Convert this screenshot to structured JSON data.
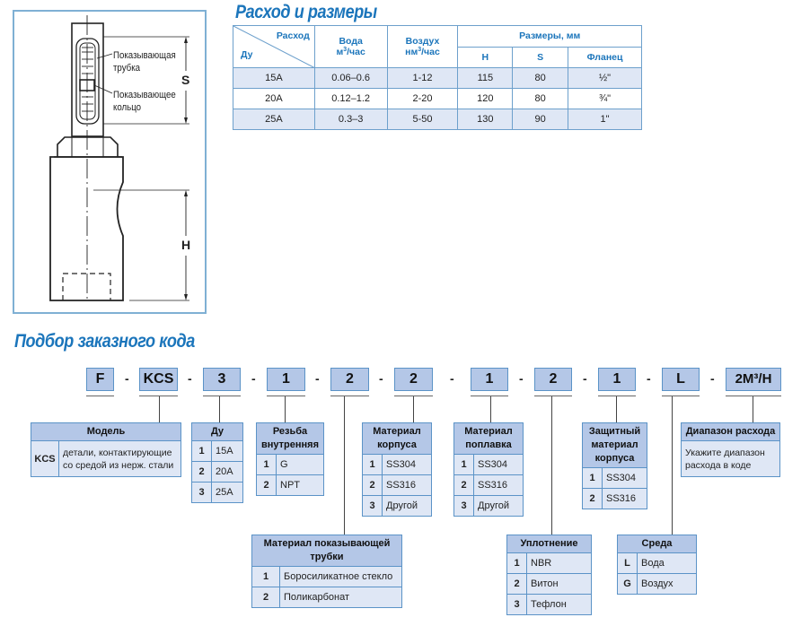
{
  "drawing": {
    "label_tube": [
      "Показывающая",
      "трубка"
    ],
    "label_ring": [
      "Показывающее",
      "кольцо"
    ],
    "dim_s": "S",
    "dim_h": "H"
  },
  "flow_section": {
    "title": "Расход и размеры",
    "header": {
      "corner_top": "Расход",
      "corner_bottom": "Ду",
      "water": "Вода",
      "water_unit_pre": "м",
      "water_unit_sup": "3",
      "water_unit_post": "/час",
      "air": "Воздух",
      "air_unit_pre": "нм",
      "air_unit_sup": "3",
      "air_unit_post": "/час",
      "dims": "Размеры, мм",
      "h": "H",
      "s": "S",
      "flange": "Фланец"
    },
    "rows": [
      {
        "du": "15A",
        "water": "0.06–0.6",
        "air": "1-12",
        "h": "115",
        "s": "80",
        "flange": "½\""
      },
      {
        "du": "20A",
        "water": "0.12–1.2",
        "air": "2-20",
        "h": "120",
        "s": "80",
        "flange": "¾\""
      },
      {
        "du": "25A",
        "water": "0.3–3",
        "air": "5-50",
        "h": "130",
        "s": "90",
        "flange": "1\""
      }
    ]
  },
  "order_section": {
    "title": "Подбор заказного кода",
    "code": [
      "F",
      "KCS",
      "3",
      "1",
      "2",
      "2",
      "1",
      "2",
      "1",
      "L",
      "2M³/H"
    ],
    "separator": "-",
    "model": {
      "title": "Модель",
      "key": "KCS",
      "desc": [
        "детали, контактирующие",
        "со средой из нерж. стали"
      ]
    },
    "du": {
      "title": "Ду",
      "options": [
        {
          "k": "1",
          "v": "15A"
        },
        {
          "k": "2",
          "v": "20A"
        },
        {
          "k": "3",
          "v": "25A"
        }
      ]
    },
    "thread": {
      "title": [
        "Резьба",
        "внутренняя"
      ],
      "options": [
        {
          "k": "1",
          "v": "G"
        },
        {
          "k": "2",
          "v": "NPT"
        }
      ]
    },
    "tube_material": {
      "title": [
        "Материал показывающей",
        "трубки"
      ],
      "options": [
        {
          "k": "1",
          "v": "Боросиликатное стекло"
        },
        {
          "k": "2",
          "v": "Поликарбонат"
        }
      ]
    },
    "body_material": {
      "title": [
        "Материал",
        "корпуса"
      ],
      "options": [
        {
          "k": "1",
          "v": "SS304"
        },
        {
          "k": "2",
          "v": "SS316"
        },
        {
          "k": "3",
          "v": "Другой"
        }
      ]
    },
    "float_material": {
      "title": [
        "Материал",
        "поплавка"
      ],
      "options": [
        {
          "k": "1",
          "v": "SS304"
        },
        {
          "k": "2",
          "v": "SS316"
        },
        {
          "k": "3",
          "v": "Другой"
        }
      ]
    },
    "seal": {
      "title": "Уплотнение",
      "options": [
        {
          "k": "1",
          "v": "NBR"
        },
        {
          "k": "2",
          "v": "Витон"
        },
        {
          "k": "3",
          "v": "Тефлон"
        }
      ]
    },
    "protective_material": {
      "title": [
        "Защитный",
        "материал",
        "корпуса"
      ],
      "options": [
        {
          "k": "1",
          "v": "SS304"
        },
        {
          "k": "2",
          "v": "SS316"
        }
      ]
    },
    "medium": {
      "title": "Среда",
      "options": [
        {
          "k": "L",
          "v": "Вода"
        },
        {
          "k": "G",
          "v": "Воздух"
        }
      ]
    },
    "flow_range": {
      "title": "Диапазон расхода",
      "desc": [
        "Укажите диапазон",
        "расхода в коде"
      ]
    }
  }
}
